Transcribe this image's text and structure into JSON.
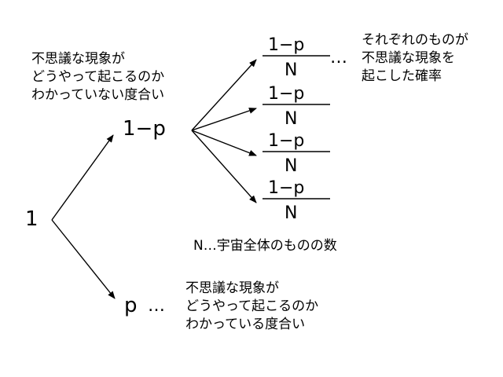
{
  "diagram": {
    "root": "1",
    "branch_upper": "1−p",
    "branch_lower": "p",
    "lower_ellipsis": "…",
    "upper_note": [
      "不思議な現象が",
      "どうやって起こるのか",
      "わかっていない度合い"
    ],
    "lower_note": [
      "不思議な現象が",
      "どうやって起こるのか",
      "わかっている度合い"
    ],
    "fractions": [
      {
        "numerator": "1−p",
        "denominator": "N"
      },
      {
        "numerator": "1−p",
        "denominator": "N"
      },
      {
        "numerator": "1−p",
        "denominator": "N"
      },
      {
        "numerator": "1−p",
        "denominator": "N"
      }
    ],
    "fraction_ellipsis": "…",
    "fraction_note": [
      "それぞれのものが",
      "不思議な現象を",
      "起こした確率"
    ],
    "n_definition": "N…宇宙全体のものの数"
  }
}
